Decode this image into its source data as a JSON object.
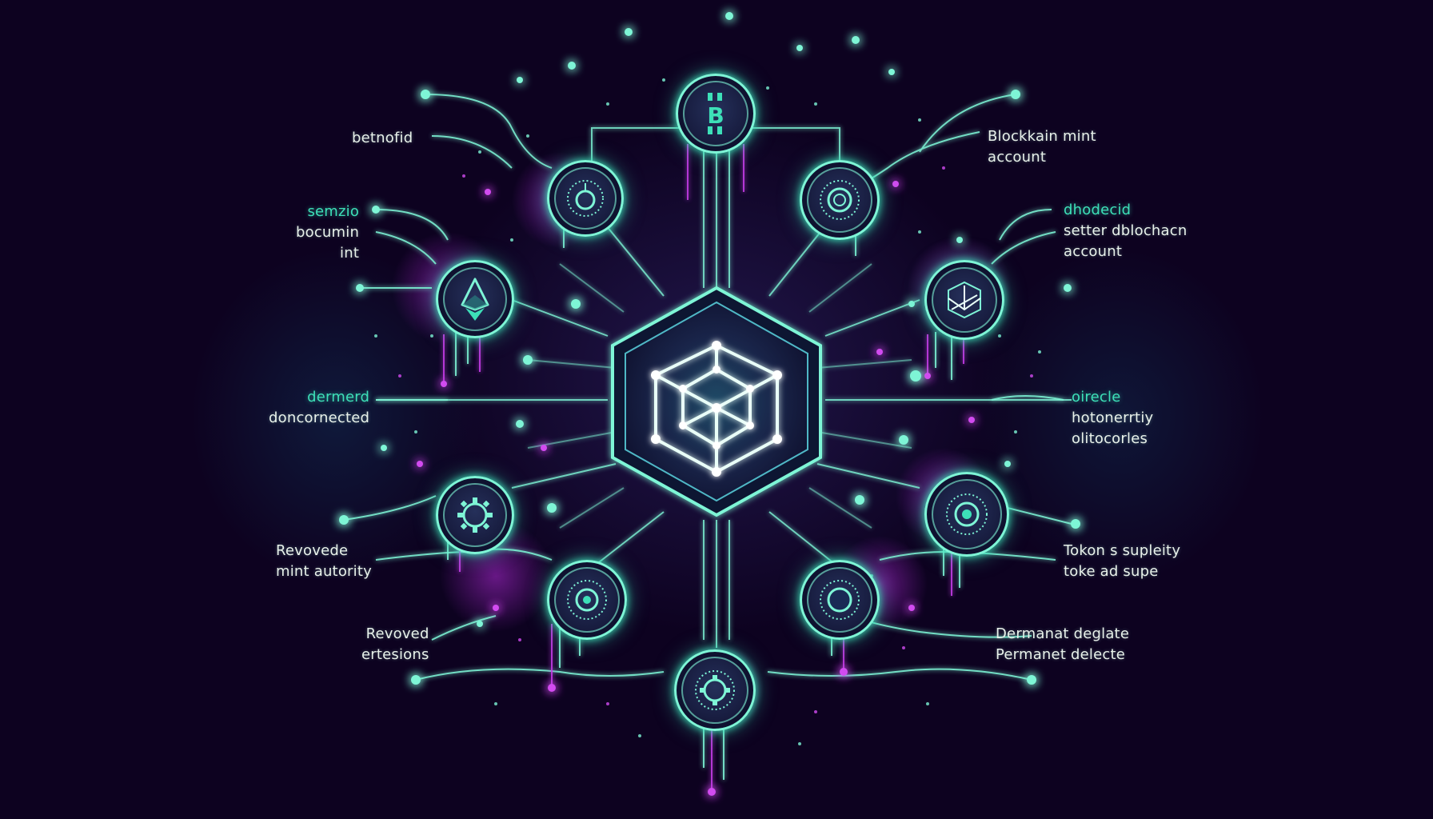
{
  "diagram": {
    "theme": {
      "background": "#0d0220",
      "primary_glow": "#3de0b8",
      "line_color": "#7ef5d6",
      "secondary_glow": "#b12ad8",
      "node_fill": "#161a3c",
      "text_color": "#e8f1ea"
    },
    "central_hub": {
      "shape": "hexagon",
      "icon": "cube-network-icon"
    },
    "nodes": [
      {
        "id": "top",
        "icon": "bitcoin-icon",
        "glyph": "B"
      },
      {
        "id": "upper-left",
        "icon": "power-dial-icon"
      },
      {
        "id": "upper-right",
        "icon": "gear-dial-icon"
      },
      {
        "id": "left",
        "icon": "ethereum-icon"
      },
      {
        "id": "right",
        "icon": "shield-network-icon"
      },
      {
        "id": "lower-left",
        "icon": "gear-icon"
      },
      {
        "id": "lower-right",
        "icon": "gear-dial-icon"
      },
      {
        "id": "bottom-left",
        "icon": "gear-dial-icon"
      },
      {
        "id": "bottom-right",
        "icon": "gear-dial-icon"
      },
      {
        "id": "bottom",
        "icon": "gear-icon"
      }
    ],
    "labels": {
      "left_1": {
        "lines": [
          "betnofid"
        ]
      },
      "left_2": {
        "accent": "semzio",
        "lines": [
          "bocumin",
          "int"
        ]
      },
      "left_3": {
        "accent": "dermerd",
        "lines": [
          "doncornected"
        ]
      },
      "left_4": {
        "lines": [
          "Revovede",
          "mint autority"
        ]
      },
      "left_5": {
        "lines": [
          "Revoved",
          "ertesions"
        ]
      },
      "right_1": {
        "lines": [
          "Blockkain mint",
          "account"
        ]
      },
      "right_2": {
        "accent": "dhodecid",
        "lines": [
          "setter dblochacn",
          "account"
        ]
      },
      "right_3": {
        "accent": "oirecle",
        "lines": [
          "hotonerrtiy",
          "olitocorles"
        ]
      },
      "right_4": {
        "lines": [
          "Tokon s supleity",
          "toke ad supe"
        ]
      },
      "right_5": {
        "lines": [
          "Dermanat deglate",
          "Permanet delecte"
        ]
      }
    }
  }
}
